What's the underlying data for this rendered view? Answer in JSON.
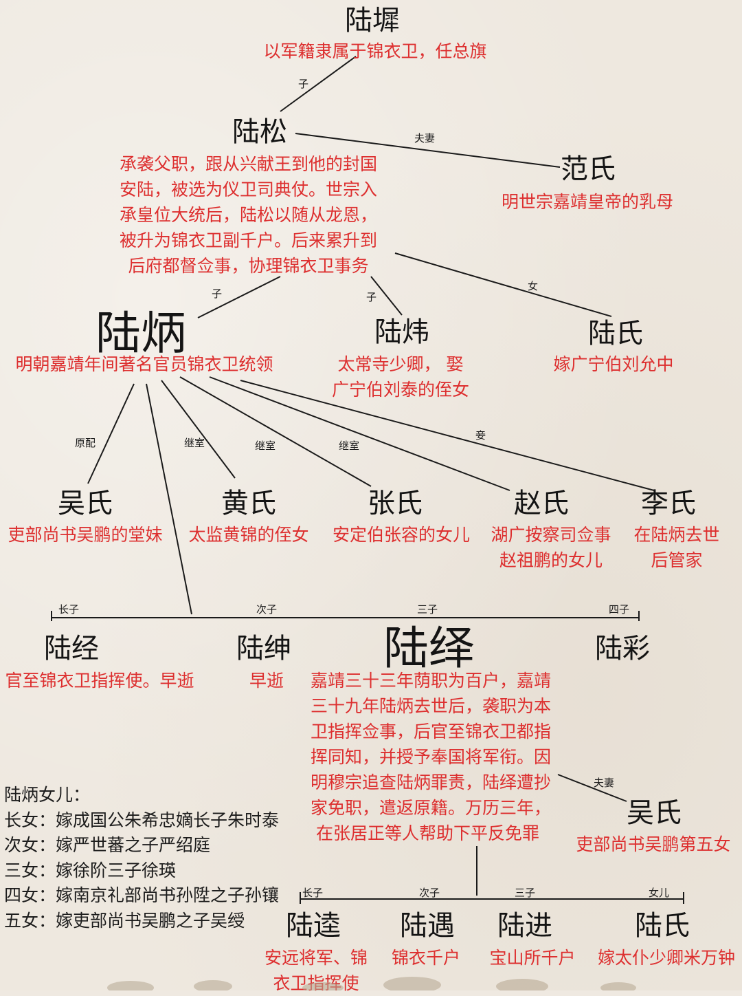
{
  "title": "",
  "relations": {
    "zi": "子",
    "nv": "女",
    "fuqi": "夫妻",
    "yuanpei": "原配",
    "jishi": "继室",
    "qie": "妾",
    "zhangzi": "长子",
    "cizi": "次子",
    "sanzi": "三子",
    "sizi": "四子",
    "nver": "女儿"
  },
  "persons": {
    "lu_wo": {
      "name": "陆墀",
      "desc": "以军籍隶属于锦衣卫，任总旗"
    },
    "lu_song": {
      "name": "陆松",
      "desc": "承袭父职，跟从兴献王到他的封国\n安陆，被选为仪卫司典仗。世宗入\n承皇位大统后，陆松以随从龙恩，\n被升为锦衣卫副千户。后来累升到\n后府都督佥事，协理锦衣卫事务"
    },
    "fan_shi": {
      "name": "范氏",
      "desc": "明世宗嘉靖皇帝的乳母"
    },
    "lu_bing": {
      "name": "陆炳",
      "desc": "明朝嘉靖年间著名官员锦衣卫统领"
    },
    "lu_wei": {
      "name": "陆炜",
      "desc": "太常寺少卿， 娶\n广宁伯刘泰的侄女"
    },
    "lu_shi_sister": {
      "name": "陆氏",
      "desc": "嫁广宁伯刘允中"
    },
    "wu_shi": {
      "name": "吴氏",
      "desc": "吏部尚书吴鹏的堂妹"
    },
    "huang_shi": {
      "name": "黄氏",
      "desc": "太监黄锦的侄女"
    },
    "zhang_shi": {
      "name": "张氏",
      "desc": "安定伯张容的女儿"
    },
    "zhao_shi": {
      "name": "赵氏",
      "desc": "湖广按察司佥事\n赵祖鹏的女儿"
    },
    "li_shi": {
      "name": "李氏",
      "desc": "在陆炳去世\n后管家"
    },
    "lu_jing": {
      "name": "陆经",
      "desc": "官至锦衣卫指挥使。早逝"
    },
    "lu_shen": {
      "name": "陆绅",
      "desc": "早逝"
    },
    "lu_yi": {
      "name": "陆绎",
      "desc": "嘉靖三十三年荫职为百户，嘉靖\n三十九年陆炳去世后，袭职为本\n卫指挥佥事，后官至锦衣卫都指\n挥同知，并授予奉国将军衔。因\n明穆宗追查陆炳罪责，陆绎遭抄\n家免职，遣返原籍。万历三年，\n 在张居正等人帮助下平反免罪"
    },
    "lu_cai": {
      "name": "陆彩",
      "desc": ""
    },
    "wu_shi_wife": {
      "name": "吴氏",
      "desc": "吏部尚书吴鹏第五女"
    },
    "lu_da": {
      "name": "陆逵",
      "desc": "安远将军、锦\n衣卫指挥使"
    },
    "lu_yu": {
      "name": "陆遇",
      "desc": "锦衣千户"
    },
    "lu_jin": {
      "name": "陆进",
      "desc": "宝山所千户"
    },
    "lu_shi_daughter": {
      "name": "陆氏",
      "desc": "嫁太仆少卿米万钟"
    }
  },
  "daughters": {
    "heading": "陆炳女儿：",
    "items": [
      "长女：嫁成国公朱希忠嫡长子朱时泰",
      "次女：嫁严世蕃之子严绍庭",
      "三女：嫁徐阶三子徐瑛",
      "四女：嫁南京礼部尚书孙陞之子孙镶",
      "五女：嫁吏部尚书吴鹏之子吴绶"
    ]
  },
  "colors": {
    "name": "#141414",
    "desc": "#dd2f2f",
    "line": "#1a1a1a",
    "background": "#eee8df"
  }
}
